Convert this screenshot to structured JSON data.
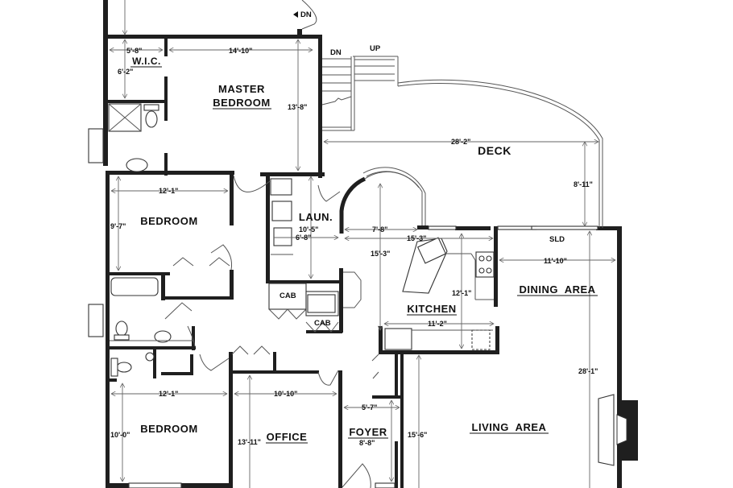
{
  "plan": {
    "rooms": {
      "master_bedroom_line1": "MASTER",
      "master_bedroom_line2": "BEDROOM",
      "wic": "W.I.C.",
      "bedroom_1": "BEDROOM",
      "bedroom_2": "BEDROOM",
      "laundry": "LAUN.",
      "deck": "DECK",
      "kitchen": "KITCHEN",
      "dining": "DINING  AREA",
      "living": "LIVING  AREA",
      "office": "OFFICE",
      "foyer": "FOYER"
    },
    "labels": {
      "dn_top": "DN",
      "dn_stair": "DN",
      "up_stair": "UP",
      "sld": "SLD",
      "cab_1": "CAB",
      "cab_2": "CAB"
    },
    "dimensions": {
      "wic_width": "5'-8\"",
      "wic_depth": "6'-2\"",
      "master_width": "14'-10\"",
      "master_depth": "13'-8\"",
      "deck_width": "28'-2\"",
      "deck_depth": "8'-11\"",
      "bedroom1_width": "12'-1\"",
      "bedroom1_depth": "9'-7\"",
      "laundry_depth": "10'-5\"",
      "laundry_width": "6'-8\"",
      "bay_width": "7'-8\"",
      "kitchen_span": "15'-3\"",
      "kitchen_depth_left": "15'-3\"",
      "kitchen_depth": "12'-1\"",
      "kitchen_counter": "11'-2\"",
      "dining_width": "11'-10\"",
      "living_depth": "28'-1\"",
      "bedroom2_width": "12'-1\"",
      "bedroom2_depth": "10'-0\"",
      "office_width": "10'-10\"",
      "office_depth": "13'-11\"",
      "foyer_width": "5'-7\"",
      "foyer_depth": "8'-8\"",
      "living_width": "15'-6\""
    }
  }
}
